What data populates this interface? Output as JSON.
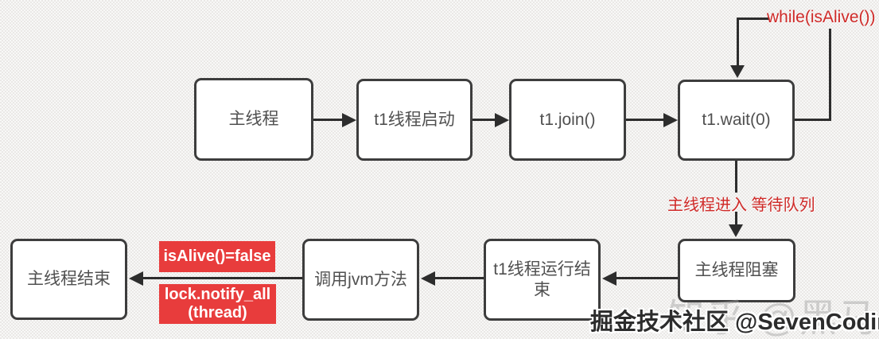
{
  "nodes": {
    "main_thread": "主线程",
    "t1_start": "t1线程启动",
    "t1_join": "t1.join()",
    "t1_wait": "t1.wait(0)",
    "main_blocked": "主线程阻塞",
    "t1_finished": "t1线程运行结束",
    "call_jvm": "调用jvm方法",
    "main_end": "主线程结束"
  },
  "annotations": {
    "loop_condition": "while(isAlive())",
    "enter_wait_queue": "主线程进入 等待队列"
  },
  "badges": {
    "is_alive_false": "isAlive()=false",
    "notify_all_line1": "lock.notify_all",
    "notify_all_line2": "(thread)"
  },
  "watermarks": {
    "primary": "掘金技术社区 @SevenCoding",
    "secondary": "知乎 @黑马程序员"
  },
  "colors": {
    "background": "#f1f0ef",
    "node_border": "#3d3d3d",
    "node_text": "#505050",
    "line": "#2d2d2d",
    "red_text": "#cf2a28",
    "badge_bg": "#e83c3c",
    "badge_text": "#ffffff"
  }
}
